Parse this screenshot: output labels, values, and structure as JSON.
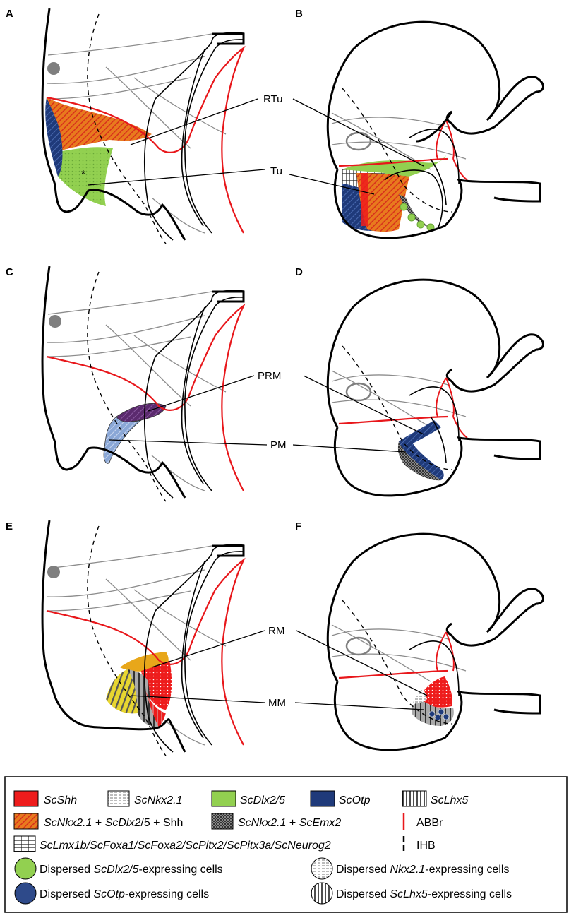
{
  "panels": {
    "A": {
      "letter": "A",
      "labels": {
        "rtu": "RTu",
        "tu": "Tu"
      },
      "asterisk": "*"
    },
    "B": {
      "letter": "B"
    },
    "C": {
      "letter": "C",
      "labels": {
        "prm": "PRM",
        "pm": "PM"
      }
    },
    "D": {
      "letter": "D"
    },
    "E": {
      "letter": "E",
      "labels": {
        "rm": "RM",
        "mm": "MM"
      }
    },
    "F": {
      "letter": "F"
    }
  },
  "colors": {
    "shh": "#ee1c1c",
    "dlx": "#92d050",
    "otp": "#1f3a7a",
    "abbr": "#e8171b",
    "orange": "#e87a1e",
    "purple": "#5b2a6e",
    "lightblue": "#8aa7d6",
    "yellow": "#e8d630",
    "gold": "#e8a71a",
    "gray_marker": "#7f7f7f"
  },
  "legend": {
    "shh": {
      "it": "ScShh",
      "rest": ""
    },
    "nkx": {
      "it": "ScNkx2.1",
      "rest": ""
    },
    "dlx": {
      "it": "ScDlx2/5",
      "rest": ""
    },
    "otp": {
      "it": "ScOtp",
      "rest": ""
    },
    "lhx": {
      "it": "ScLhx5",
      "rest": ""
    },
    "combo1": {
      "it1": "ScNkx2.1",
      "mid1": " + ",
      "it2": "ScDlx2",
      "rest": "/5 + Shh"
    },
    "combo2": {
      "it1": "ScNkx2.1",
      "mid1": " + ",
      "it2": "ScEmx2"
    },
    "abbr": "ABBr",
    "lmx": {
      "it": "ScLmx1b/ScFoxa1/ScFoxa2/ScPitx2/ScPitx3a/ScNeurog2"
    },
    "ihb": "IHB",
    "disp_dlx": {
      "pre": "Dispersed ",
      "it": "ScDlx2/5",
      "post": "-expressing cells"
    },
    "disp_otp": {
      "pre": "Dispersed ",
      "it": "ScOtp",
      "post": "-expressing cells"
    },
    "disp_nkx": {
      "pre": "Dispersed ",
      "it": "Nkx2.1",
      "post": "-expressing cells"
    },
    "disp_lhx": {
      "pre": "Dispersed ",
      "it": "ScLhx5",
      "post": "-expressing cells"
    }
  }
}
